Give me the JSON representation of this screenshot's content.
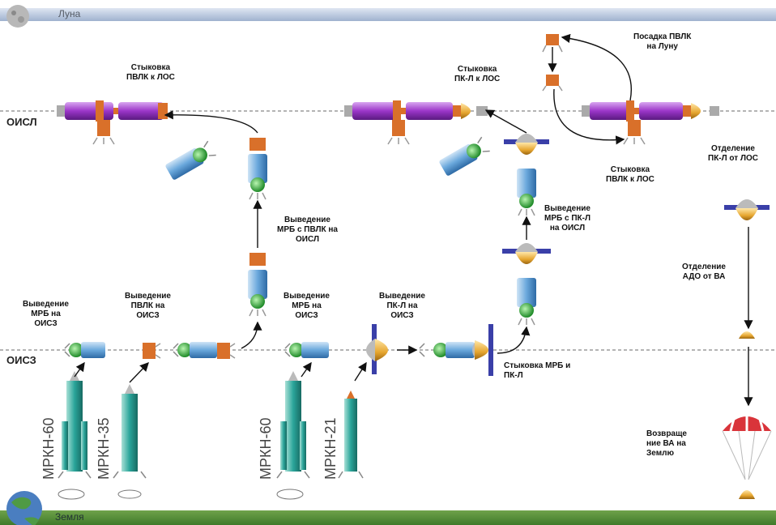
{
  "bands": {
    "moon_label": "Луна",
    "earth_label": "Земля"
  },
  "orbits": {
    "lunar": "ОИСЛ",
    "earth": "ОИСЗ"
  },
  "captions": {
    "dock_pvlk_los": "Стыковка\nПВЛК к ЛОС",
    "dock_pkl_los": "Стыковка\nПК-Л к ЛОС",
    "landing_pvlk_moon": "Посадка ПВЛК\nна Луну",
    "dock_pvlk_los_2": "Стыковка\nПВЛК к ЛОС",
    "separation_pkl": "Отделение\nПК-Л от ЛОС",
    "launch_mrb_pvlk_oisl": "Выведение\nМРБ с ПВЛК на\nОИСЛ",
    "launch_mrb_pkl_oisl": "Выведение\nМРБ с ПК-Л\nна ОИСЛ",
    "separation_ado": "Отделение\nАДО от ВА",
    "launch_mrb_oisz_1": "Выведение\nМРБ на\nОИСЗ",
    "launch_pvlk_oisz": "Выведение\nПВЛК на\nОИСЗ",
    "launch_mrb_oisz_2": "Выведение\nМРБ на\nОИСЗ",
    "launch_pkl_oisz": "Выведение\nПК-Л на\nОИСЗ",
    "dock_mrb_pkl": "Стыковка МРБ и\nПК-Л",
    "return_va_earth": "Возвраще\nние ВА на\nЗемлю"
  },
  "rockets": [
    "МРКН-60",
    "МРКН-35",
    "МРКН-60",
    "МРКН-21"
  ],
  "colors": {
    "sky_band": "#9fb2cf",
    "ground_band": "#3f7a2a",
    "station_purple": "#9b35c8",
    "dock_orange": "#d9702a",
    "block_blue": "#5fa0d8",
    "engine_green": "#2fae3a",
    "capsule_gold": "#e6a630",
    "panel_blue": "#3a3fa8",
    "rocket_teal": "#2aa59a",
    "parachute_red": "#d9343a"
  }
}
